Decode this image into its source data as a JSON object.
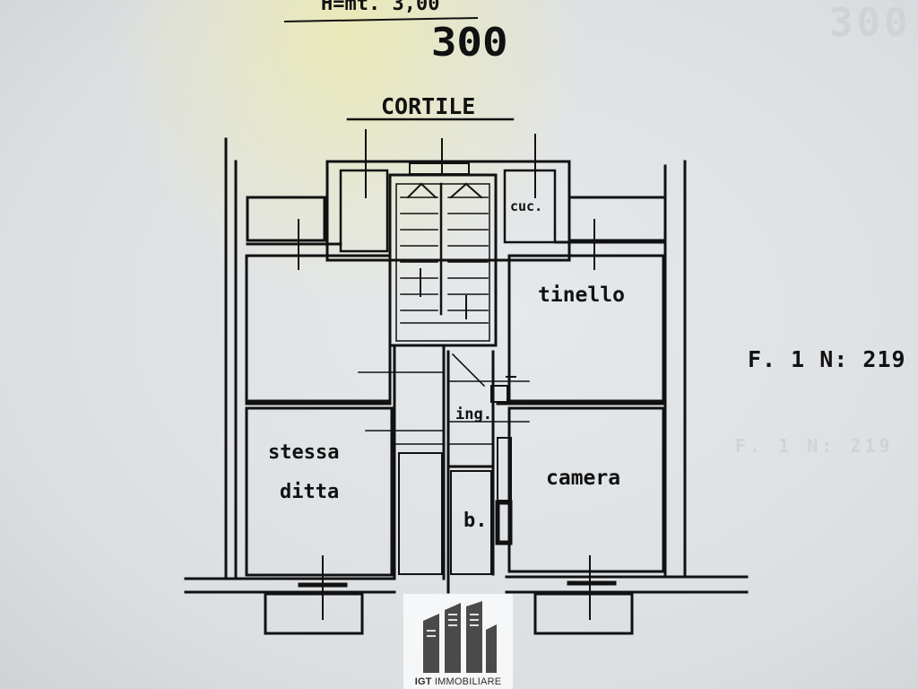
{
  "header": {
    "height_label": "H=mt. 3,00",
    "height_value": "300"
  },
  "courtyard_label": "CORTILE",
  "rooms": {
    "kitchen": "cuc.",
    "dining": "tinello",
    "entrance": "ing.",
    "bathroom": "b.",
    "bedroom": "camera",
    "same_company_line1": "stessa",
    "same_company_line2": "ditta"
  },
  "cadastral_ref": "F. 1  N: 219",
  "watermark": {
    "brand_bold": "IGT",
    "brand_rest": " IMMOBILIARE"
  },
  "colors": {
    "paper": "#dfe3e6",
    "ink": "#111111",
    "highlight": "#eeecaa"
  }
}
